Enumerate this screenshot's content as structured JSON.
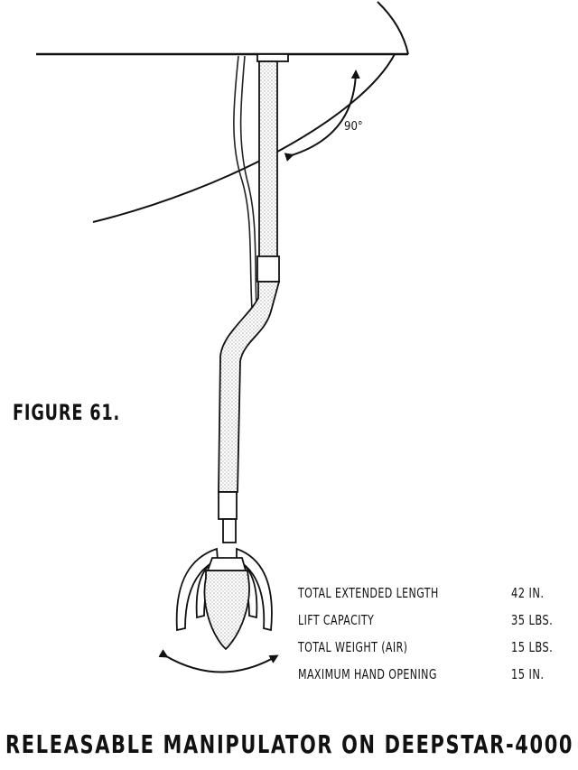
{
  "figure_label": "FIGURE 61.",
  "rotation_angle": "90°",
  "specifications": [
    {
      "name": "TOTAL EXTENDED LENGTH",
      "value": "42 IN."
    },
    {
      "name": "LIFT CAPACITY",
      "value": "35 LBS."
    },
    {
      "name": "TOTAL WEIGHT (AIR)",
      "value": "15 LBS."
    },
    {
      "name": "MAXIMUM HAND OPENING",
      "value": "15 IN."
    }
  ],
  "caption": "RELEASABLE MANIPULATOR ON DEEPSTAR-4000"
}
